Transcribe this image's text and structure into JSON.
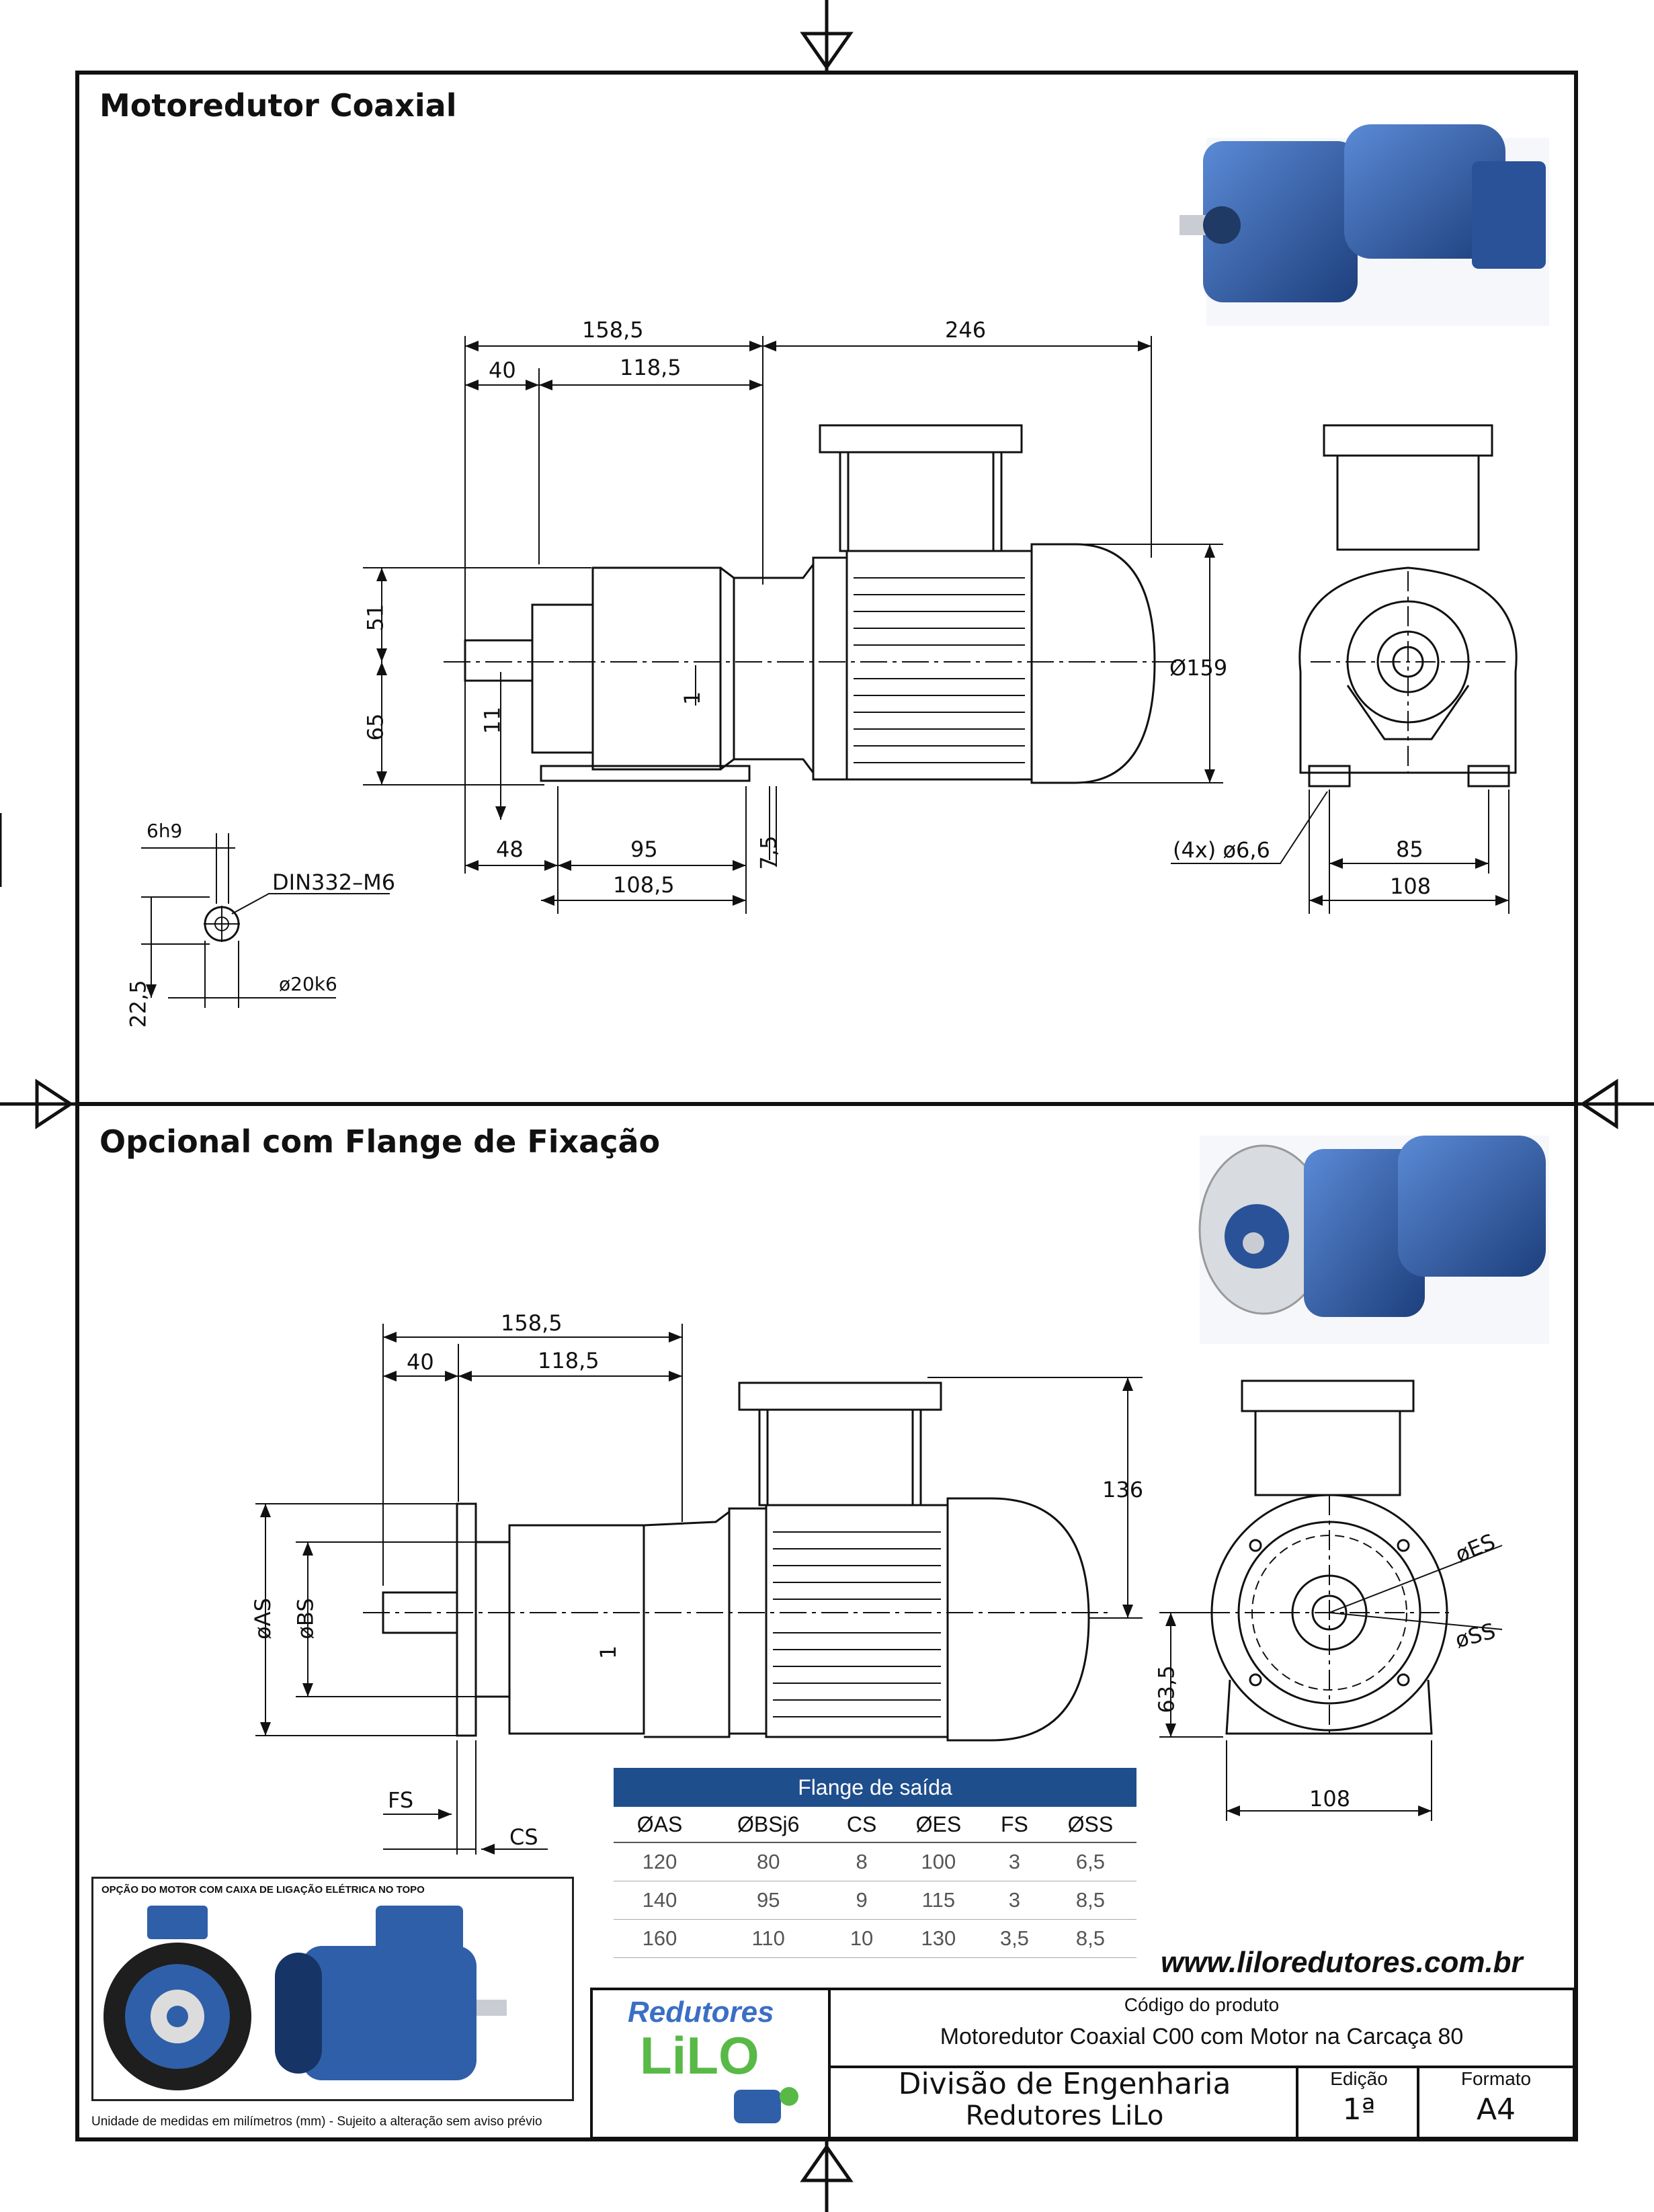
{
  "sections": {
    "top_title": "Motoredutor Coaxial",
    "bottom_title": "Opcional com Flange de Fixação"
  },
  "top_drawing": {
    "dims": {
      "overall_a": "158,5",
      "overall_b": "246",
      "d40": "40",
      "d118": "118,5",
      "d51": "51",
      "d65": "65",
      "d11": "11",
      "d1": "1",
      "d159": "Ø159",
      "d48": "48",
      "d95": "95",
      "d75": "7,5",
      "d1085": "108,5",
      "holes": "(4x) ø6,6",
      "d85": "85",
      "d108": "108"
    },
    "shaft": {
      "key": "6h9",
      "thread": "DIN332–M6",
      "height": "22,5",
      "diam": "ø20k6"
    }
  },
  "bottom_drawing": {
    "dims": {
      "overall_a": "158,5",
      "d40": "40",
      "d118": "118,5",
      "d136": "136",
      "das": "øAS",
      "dbs": "øBS",
      "d1": "1",
      "d635": "63,5",
      "des": "øES",
      "dss": "øSS",
      "d108": "108",
      "fs": "FS",
      "cs": "CS"
    }
  },
  "flange_table": {
    "title": "Flange de saída",
    "columns": [
      "ØAS",
      "ØBSj6",
      "CS",
      "ØES",
      "FS",
      "ØSS"
    ],
    "rows": [
      [
        "120",
        "80",
        "8",
        "100",
        "3",
        "6,5"
      ],
      [
        "140",
        "95",
        "9",
        "115",
        "3",
        "8,5"
      ],
      [
        "160",
        "110",
        "10",
        "130",
        "3,5",
        "8,5"
      ]
    ]
  },
  "option_box": {
    "title": "OPÇÃO DO MOTOR COM CAIXA DE LIGAÇÃO ELÉTRICA NO TOPO"
  },
  "footnote": "Unidade de medidas em milímetros (mm) - Sujeito a alteração sem aviso prévio",
  "website": "www.liloredutores.com.br",
  "title_block": {
    "logo_top": "Redutores",
    "logo_bottom": "LiLO",
    "code_label": "Código do produto",
    "product": "Motoredutor Coaxial C00 com Motor na Carcaça 80",
    "division_line1": "Divisão de Engenharia",
    "division_line2": "Redutores LiLo",
    "edition_label": "Edição",
    "edition_value": "1ª",
    "format_label": "Formato",
    "format_value": "A4"
  },
  "colors": {
    "motor_blue": "#2f5fa8",
    "table_header": "#1f4e8c",
    "logo_blue": "#3a6fc4",
    "logo_green": "#58b947"
  }
}
